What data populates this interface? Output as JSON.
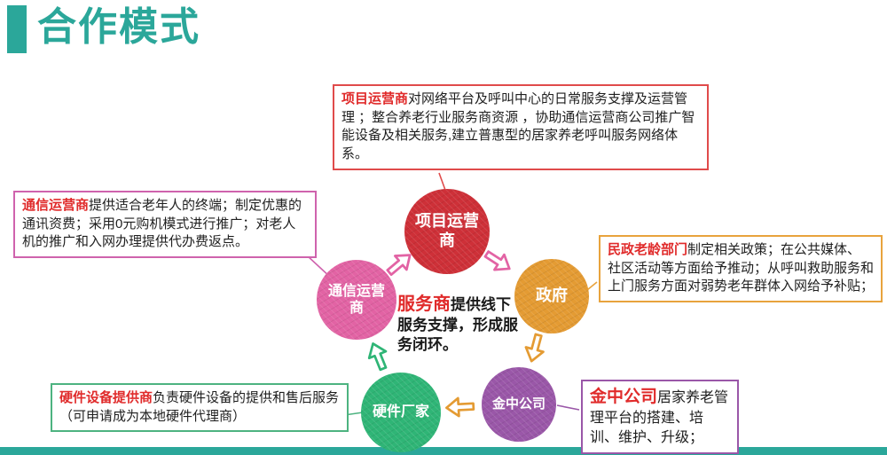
{
  "title": "合作模式",
  "center_note": {
    "lead": "服务商",
    "body": "提供线下服务支撑，形成服务闭环。"
  },
  "circles": {
    "project": {
      "line1": "项目运营",
      "line2": "商"
    },
    "government": {
      "label": "政府"
    },
    "jinzhong": {
      "label": "金中公司"
    },
    "hardware": {
      "label": "硬件厂家"
    },
    "telecom": {
      "line1": "通信运营",
      "line2": "商"
    }
  },
  "notes": {
    "project": {
      "lead": "项目运营商",
      "body": "对网络平台及呼叫中心的日常服务支撑及运营管理 ；整合养老行业服务商资源 ，协助通信运营商公司推广智能设备及相关服务,建立普惠型的居家养老呼叫服务网络体系。"
    },
    "telecom": {
      "lead": "通信运营商",
      "body": "提供适合老年人的终端；制定优惠的通讯资费；采用0元购机模式进行推广；对老人机的推广和入网办理提供代办费返点。"
    },
    "government": {
      "lead": "民政老龄部门",
      "body": "制定相关政策；在公共媒体、社区活动等方面给予推动；从呼叫救助服务和上门服务方面对弱势老年群体入网给予补贴；"
    },
    "hardware": {
      "lead": "硬件设备提供商",
      "body": "负责硬件设备的提供和售后服务（可申请成为本地硬件代理商）"
    },
    "jinzhong": {
      "lead": "金中公司",
      "body": "居家养老管理平台的搭建、培训、维护、升级；"
    }
  },
  "colors": {
    "accent_teal": "#2BA79A",
    "node_project": "#CE3038",
    "node_government": "#E49B33",
    "node_jinzhong": "#9A57A8",
    "node_hardware": "#2FB576",
    "node_telecom": "#E263A4",
    "note_border_project": "#E04B4B",
    "note_border_telecom": "#CF63AD",
    "note_border_government": "#E8A33D",
    "note_border_hardware": "#4DB380",
    "note_border_jinzhong": "#9A57A8",
    "highlight_red": "#E02B2B"
  }
}
